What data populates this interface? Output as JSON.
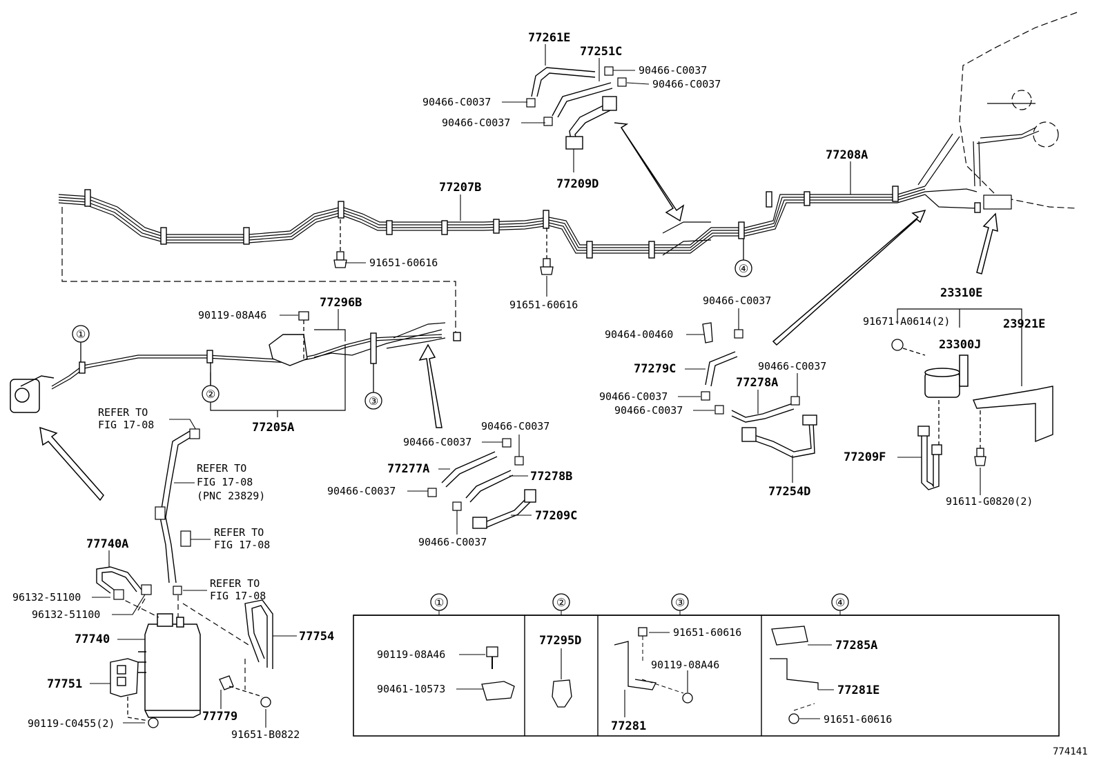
{
  "diagram": {
    "figure_number": "774141",
    "labels": {
      "p77261E": "77261E",
      "p77251C": "77251C",
      "c0037_a": "90466-C0037",
      "c0037_b": "90466-C0037",
      "c0037_c": "90466-C0037",
      "c0037_d": "90466-C0037",
      "p77209D": "77209D",
      "p77207B": "77207B",
      "p77208A": "77208A",
      "b60616_a": "91651-60616",
      "b60616_b": "91651-60616",
      "p90119_a": "90119-08A46",
      "p77296B": "77296B",
      "p77205A": "77205A",
      "c0037_e": "90466-C0037",
      "p90464": "90464-00460",
      "p77279C": "77279C",
      "c0037_f": "90466-C0037",
      "p77278A": "77278A",
      "c0037_g": "90466-C0037",
      "c0037_h": "90466-C0037",
      "p77254D": "77254D",
      "p23310E": "23310E",
      "p91671": "91671-A0614(2)",
      "p23921E": "23921E",
      "p23300J": "23300J",
      "p77209F": "77209F",
      "p91611": "91611-G0820(2)",
      "c0037_i": "90466-C0037",
      "c0037_j": "90466-C0037",
      "p77277A": "77277A",
      "p77278B": "77278B",
      "c0037_k": "90466-C0037",
      "p77209C": "77209C",
      "c0037_l": "90466-C0037",
      "p77740A": "77740A",
      "p96132_a": "96132-51100",
      "p96132_b": "96132-51100",
      "p77740": "77740",
      "p77754": "77754",
      "p77751": "77751",
      "p77779": "77779",
      "p90119_c0455": "90119-C0455(2)",
      "p91651_b0822": "91651-B0822"
    },
    "refer_notes": {
      "r1_line1": "REFER TO",
      "r1_line2": "FIG 17-08",
      "r2_line1": "REFER TO",
      "r2_line2": "FIG 17-08",
      "r2_line3": "(PNC 23829)",
      "r3_line1": "REFER TO",
      "r3_line2": "FIG 17-08",
      "r4_line1": "REFER TO",
      "r4_line2": "FIG 17-08"
    },
    "callouts": {
      "c1": "①",
      "c2": "②",
      "c3": "③",
      "c4": "④"
    },
    "detail_table": {
      "headers": [
        "①",
        "②",
        "③",
        "④"
      ],
      "cell1": {
        "a": "90119-08A46",
        "b": "90461-10573"
      },
      "cell2": {
        "a": "77295D"
      },
      "cell3": {
        "a": "91651-60616",
        "b": "90119-08A46",
        "c": "77281"
      },
      "cell4": {
        "a": "77285A",
        "b": "77281E",
        "c": "91651-60616"
      }
    }
  }
}
